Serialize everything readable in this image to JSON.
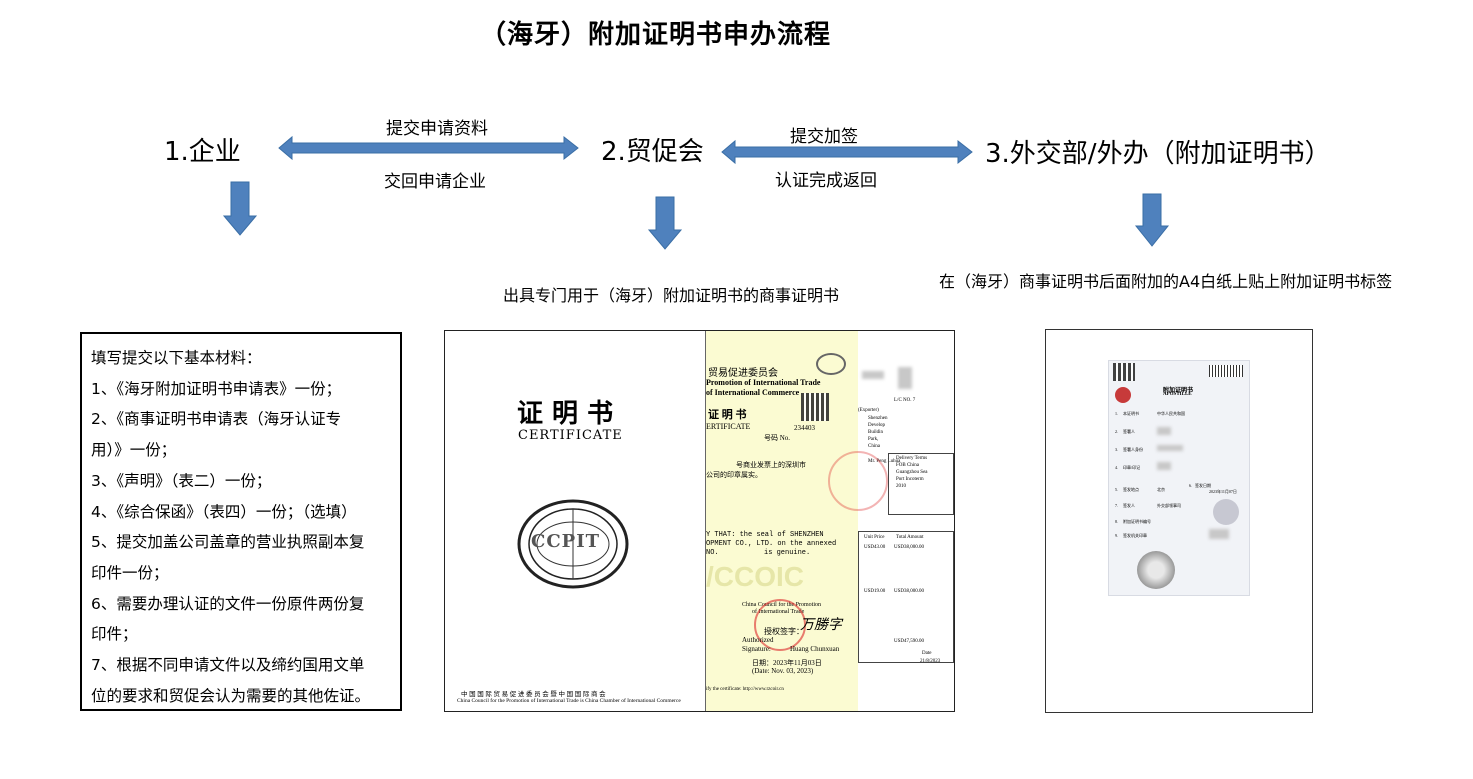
{
  "title": "（海牙）附加证明书申办流程",
  "nodes": {
    "enterprise": "1.企业",
    "ccpit": "2.贸促会",
    "mofa": "3.外交部/外办（附加证明书）"
  },
  "edges": {
    "e1_top": "提交申请资料",
    "e1_bottom": "交回申请企业",
    "e2_top": "提交加签",
    "e2_bottom": "认证完成返回"
  },
  "captions": {
    "ccpit": "出具专门用于（海牙）附加证明书的商事证明书",
    "mofa": "在（海牙）商事证明书后面附加的A4白纸上贴上附加证明书标签"
  },
  "materials": {
    "lines": [
      "填写提交以下基本材料：",
      "1、《海牙附加证明书申请表》一份；",
      "2、《商事证明书申请表（海牙认证专",
      "用）》一份；",
      "3、《声明》（表二）一份；",
      "4、《综合保函》（表四）一份；（选填）",
      "5、提交加盖公司盖章的营业执照副本复",
      "印件一份；",
      "6、需要办理认证的文件一份原件两份复",
      "印件；",
      "7、根据不同申请文件以及缔约国用文单",
      "位的要求和贸促会认为需要的其他佐证。"
    ]
  },
  "certificate": {
    "cover_title": "证 明 书",
    "cover_subtitle": "CERTIFICATE",
    "logo_text": "CCPIT",
    "footer_cn": "中 国 国 际 贸 易 促 进 委 员 会 暨 中 国 国 际 商 会",
    "footer_en": "China Council for the Promotion of International Trade is China Chamber of International Commerce",
    "inner_header_cn": "贸易促进委员会",
    "inner_header_en1": "Promotion of International Trade",
    "inner_header_en2": "of International Commerce",
    "inner_title": "证 明 书",
    "inner_title_en": "ERTIFICATE",
    "number_label": "号码 No.",
    "number_value": "234403",
    "body_cn1": "号商业发票上的深圳市",
    "body_cn2": "公司的印章属实。",
    "body_en1": "Y THAT: the seal of SHENZHEN",
    "body_en2": "OPMENT CO., LTD. on the annexed",
    "body_en3": "NO.",
    "body_en4": "is genuine.",
    "watermark": "/CCOIC",
    "issuer1": "China Council for the Promotion",
    "issuer2": "of International Trade",
    "sign_label": "授权签字：",
    "authorized": "Authorized",
    "signature": "Signature:",
    "signer": "Huang Chunxuan",
    "date_cn": "日期：2023年11月03日",
    "date_en": "(Date: Nov. 03, 2023)",
    "verify": "ify the certificate: http://www.rzcoir.cn",
    "invoice_lc": "L/C NO. 7",
    "invoice_exporter": "(Exporter)",
    "invoice_lines": [
      "Shenzhen",
      "Develop",
      "Buildin",
      "Park,",
      "China"
    ],
    "invoice_to": "Mr. Peng Luhua",
    "invoice_terms": [
      "Delivery Terms",
      "FOB China",
      "Guangzhou Sea",
      "Port Incoterm",
      "2010"
    ],
    "unit_price": "Unit Price",
    "total_amount": "Total Amount",
    "prices": [
      "USD43.00",
      "USD19.00"
    ],
    "totals": [
      "USD38,000.00",
      "USD38,000.00"
    ],
    "grand_total": "USD47,590.00",
    "date_label": "Date",
    "date_value": "21/8/2023"
  },
  "apostille": {
    "header": "附加证明书",
    "header_en": "APOSTILLE",
    "rows": [
      {
        "num": "1.",
        "label": "本证明书",
        "value": "中华人民共和国"
      },
      {
        "num": "2.",
        "label": "签署人",
        "value": ""
      },
      {
        "num": "3.",
        "label": "签署人身份",
        "value": ""
      },
      {
        "num": "4.",
        "label": "印章/印记",
        "value": ""
      },
      {
        "num": "5.",
        "label": "签发地点",
        "value": "北京"
      },
      {
        "num": "6.",
        "label": "签发日期",
        "value": "2023年11月07日"
      },
      {
        "num": "7.",
        "label": "签发人",
        "value": "外交部领事司"
      },
      {
        "num": "8.",
        "label": "附加证明书编号",
        "value": ""
      },
      {
        "num": "9.",
        "label": "签发机关印章",
        "value": ""
      }
    ]
  },
  "colors": {
    "arrow": "#4f81bd",
    "arrow_border": "#3a6ea5",
    "certificate_tint": "#fbfbd2"
  }
}
